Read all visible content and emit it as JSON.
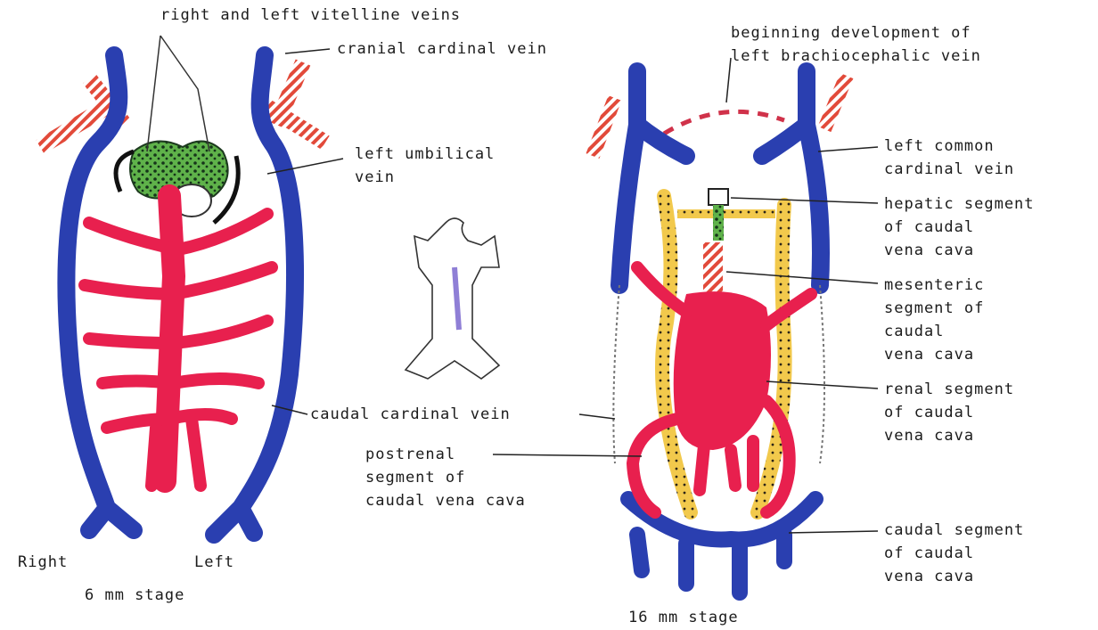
{
  "labels": {
    "vitelline": "right and left vitelline veins",
    "cranial_cardinal": "cranial cardinal vein",
    "left_umbilical": [
      "left umbilical",
      "vein"
    ],
    "caudal_cardinal": "caudal cardinal vein",
    "right": "Right",
    "left": "Left",
    "stage_6mm": "6 mm stage",
    "brachiocephalic": [
      "beginning development of",
      "left brachiocephalic vein"
    ],
    "left_common_cardinal": [
      "left common",
      "cardinal vein"
    ],
    "hepatic_segment": [
      "hepatic segment",
      "of caudal",
      "vena cava"
    ],
    "mesenteric_segment": [
      "mesenteric",
      "segment of",
      "caudal",
      "vena cava"
    ],
    "renal_segment": [
      "renal segment",
      "of caudal",
      "vena cava"
    ],
    "postrenal_segment": [
      "postrenal",
      "segment of",
      "caudal vena cava"
    ],
    "caudal_segment": [
      "caudal segment",
      "of caudal",
      "vena cava"
    ],
    "stage_16mm": "16 mm stage"
  },
  "colors": {
    "vein_blue": "#2a3fb0",
    "vena_red": "#e8204e",
    "vitelline_green": "#3d8a3a",
    "supracardinal_yellow": "#f2c94c",
    "artery_hatch": "#e24a3a",
    "ink": "#1b1b1b"
  }
}
